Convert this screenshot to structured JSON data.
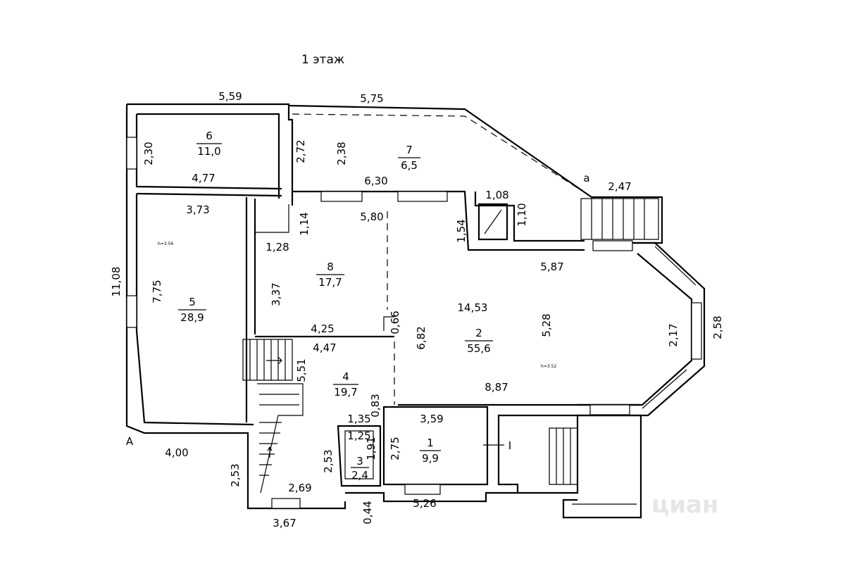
{
  "title": "1 этаж",
  "rooms": [
    {
      "number": "1",
      "area": "9,9"
    },
    {
      "number": "2",
      "area": "55,6"
    },
    {
      "number": "3",
      "area": "2,4"
    },
    {
      "number": "4",
      "area": "19,7"
    },
    {
      "number": "5",
      "area": "28,9"
    },
    {
      "number": "6",
      "area": "11,0"
    },
    {
      "number": "7",
      "area": "6,5"
    },
    {
      "number": "8",
      "area": "17,7"
    }
  ],
  "dimensions": [
    "5,59",
    "5,75",
    "2,30",
    "4,77",
    "2,72",
    "2,38",
    "6,30",
    "1,08",
    "2,47",
    "3,73",
    "1,14",
    "5,80",
    "1,54",
    "1,10",
    "1,28",
    "5,87",
    "11,08",
    "7,75",
    "3,37",
    "14,53",
    "0,66",
    "5,28",
    "4,25",
    "6,82",
    "2,17",
    "2,58",
    "4,47",
    "5,51",
    "8,87",
    "0,83",
    "1,35",
    "3,59",
    "1,25",
    "1,91",
    "2,75",
    "2,53",
    "4,00",
    "2,53",
    "2,69",
    "0,44",
    "5,26",
    "3,67"
  ],
  "markers": {
    "a_upper": "A",
    "a_lower": "a",
    "section": "I"
  },
  "heights": {
    "room5": "h=3.56",
    "room2": "h=3.52"
  },
  "watermark": "циан"
}
